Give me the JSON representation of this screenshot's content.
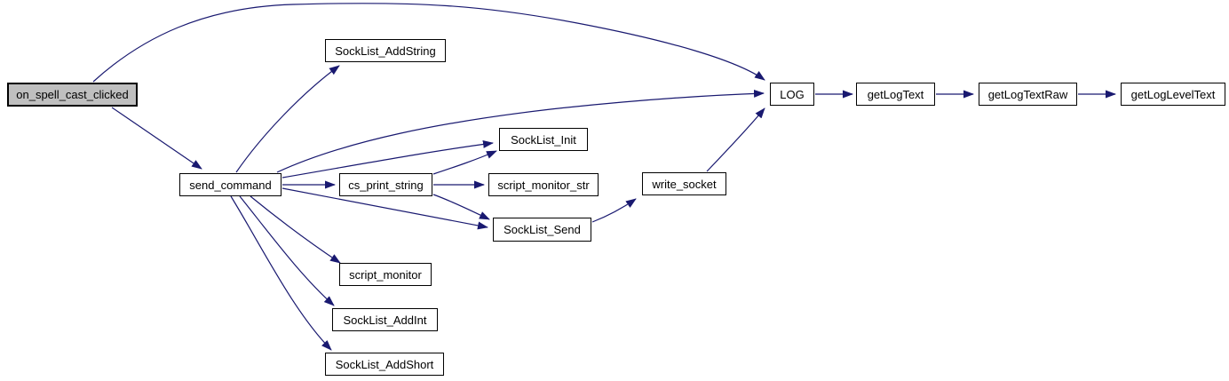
{
  "diagram": {
    "type": "call-graph",
    "highlight_node": "on_spell_cast_clicked"
  },
  "colors": {
    "edge": "#191970",
    "node_fill": "#ffffff",
    "node_border": "#000000",
    "highlight_fill": "#bfbfbf",
    "background": "#ffffff"
  },
  "nodes": [
    {
      "id": "on_spell_cast_clicked",
      "label": "on_spell_cast_clicked"
    },
    {
      "id": "SockList_AddString",
      "label": "SockList_AddString"
    },
    {
      "id": "send_command",
      "label": "send_command"
    },
    {
      "id": "SockList_Init",
      "label": "SockList_Init"
    },
    {
      "id": "cs_print_string",
      "label": "cs_print_string"
    },
    {
      "id": "script_monitor_str",
      "label": "script_monitor_str"
    },
    {
      "id": "SockList_Send",
      "label": "SockList_Send"
    },
    {
      "id": "write_socket",
      "label": "write_socket"
    },
    {
      "id": "LOG",
      "label": "LOG"
    },
    {
      "id": "getLogText",
      "label": "getLogText"
    },
    {
      "id": "getLogTextRaw",
      "label": "getLogTextRaw"
    },
    {
      "id": "getLogLevelText",
      "label": "getLogLevelText"
    },
    {
      "id": "script_monitor",
      "label": "script_monitor"
    },
    {
      "id": "SockList_AddInt",
      "label": "SockList_AddInt"
    },
    {
      "id": "SockList_AddShort",
      "label": "SockList_AddShort"
    }
  ],
  "edges": [
    {
      "from": "on_spell_cast_clicked",
      "to": "LOG"
    },
    {
      "from": "on_spell_cast_clicked",
      "to": "send_command"
    },
    {
      "from": "send_command",
      "to": "SockList_AddString"
    },
    {
      "from": "send_command",
      "to": "LOG"
    },
    {
      "from": "send_command",
      "to": "SockList_Init"
    },
    {
      "from": "send_command",
      "to": "cs_print_string"
    },
    {
      "from": "send_command",
      "to": "SockList_Send"
    },
    {
      "from": "send_command",
      "to": "script_monitor"
    },
    {
      "from": "send_command",
      "to": "SockList_AddInt"
    },
    {
      "from": "send_command",
      "to": "SockList_AddShort"
    },
    {
      "from": "cs_print_string",
      "to": "SockList_Init"
    },
    {
      "from": "cs_print_string",
      "to": "script_monitor_str"
    },
    {
      "from": "cs_print_string",
      "to": "SockList_Send"
    },
    {
      "from": "SockList_Send",
      "to": "write_socket"
    },
    {
      "from": "write_socket",
      "to": "LOG"
    },
    {
      "from": "LOG",
      "to": "getLogText"
    },
    {
      "from": "getLogText",
      "to": "getLogTextRaw"
    },
    {
      "from": "getLogTextRaw",
      "to": "getLogLevelText"
    }
  ]
}
